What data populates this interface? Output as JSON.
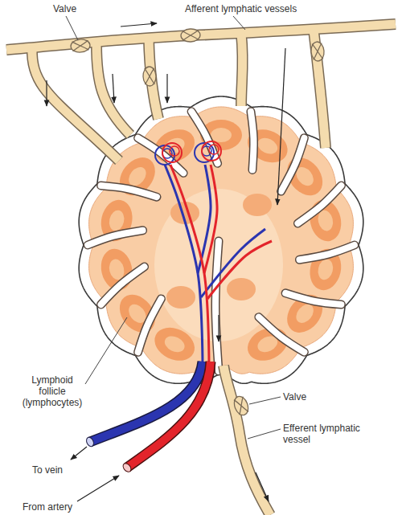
{
  "diagram": {
    "labels": [
      "Valve",
      "Afferent lymphatic vessels",
      "Lymphoid follicle (lymphocytes)",
      "Valve",
      "Efferent lymphatic vessel",
      "To vein",
      "From artery"
    ]
  }
}
